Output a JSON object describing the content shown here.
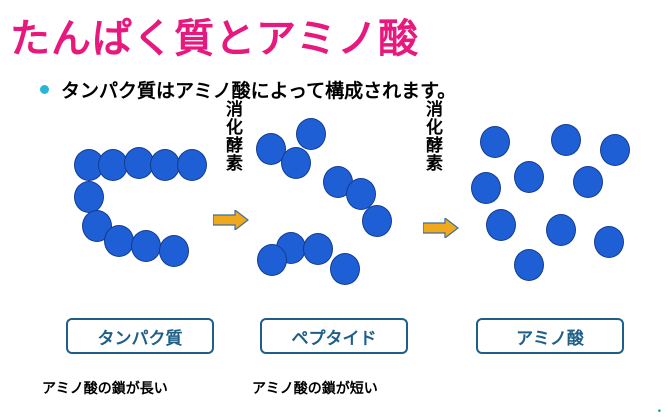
{
  "title": "たんぱく質とアミノ酸",
  "bullet": "タンパク質はアミノ酸によって構成されます。",
  "enzyme_label_1": "消化酵素",
  "enzyme_label_2": "消化酵素",
  "boxes": {
    "protein": "タンパク質",
    "peptide": "ペプタイド",
    "amino": "アミノ酸"
  },
  "captions": {
    "protein": "アミノ酸の鎖が長い",
    "peptide": "アミノ酸の鎖が短い"
  },
  "page_mark": "•",
  "colors": {
    "title": "#e8197e",
    "ball": "#1f5fd6",
    "arrow": "#f0a81c",
    "box_border": "#1e5f88"
  }
}
